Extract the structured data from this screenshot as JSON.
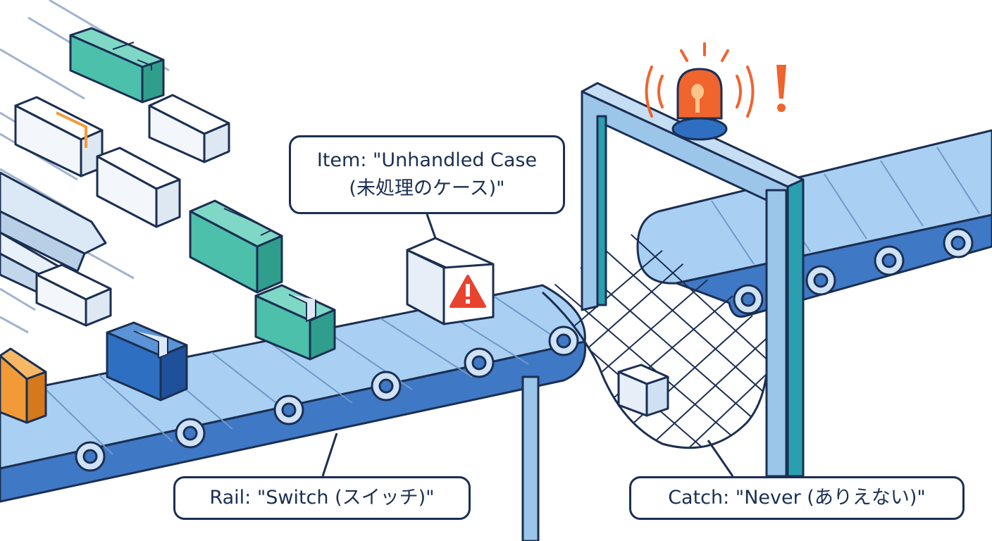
{
  "labels": {
    "item_line1": "Item: \"Unhandled Case",
    "item_line2": "(未処理のケース)\"",
    "rail": "Rail: \"Switch (スイッチ)\"",
    "catch": "Catch: \"Never (ありえない)\""
  },
  "colors": {
    "outline": "#1b2f52",
    "belt_top": "#a9d0f2",
    "belt_side": "#3f78c4",
    "frame": "#9cc5ea",
    "frame_accent": "#2a9fb0",
    "box_teal": "#4cc0ab",
    "box_blue": "#2f6fc2",
    "box_orange": "#f29a37",
    "box_white": "#f3f7fb",
    "alarm": "#f0642e",
    "warning": "#e8432f"
  },
  "icons": [
    "alarm-light-icon",
    "exclamation-icon",
    "warning-triangle-icon",
    "package-box-icon"
  ]
}
